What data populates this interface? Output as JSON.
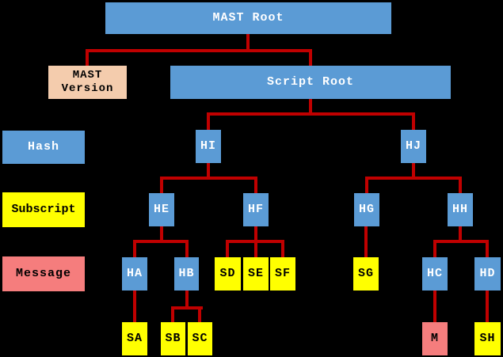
{
  "colors": {
    "background": "#000000",
    "blue": "#5b9bd5",
    "yellow": "#ffff00",
    "salmon": "#f57d7d",
    "peach": "#f4ccad",
    "line": "#c00000",
    "text_on_blue": "#ffffff",
    "text_on_light": "#000000"
  },
  "legend": {
    "hash": "Hash",
    "subscript": "Subscript",
    "message": "Message"
  },
  "nodes": {
    "mast_root": "MAST Root",
    "mast_version_line1": "MAST",
    "mast_version_line2": "Version",
    "script_root": "Script Root",
    "hi": "HI",
    "hj": "HJ",
    "he": "HE",
    "hf": "HF",
    "hg": "HG",
    "hh": "HH",
    "ha": "HA",
    "hb": "HB",
    "sd": "SD",
    "se": "SE",
    "sf": "SF",
    "sg": "SG",
    "hc": "HC",
    "hd": "HD",
    "sa": "SA",
    "sb": "SB",
    "sc": "SC",
    "m": "M",
    "sh": "SH"
  },
  "tree_edges": [
    {
      "parent": "MAST Root",
      "children": [
        "MAST Version",
        "Script Root"
      ]
    },
    {
      "parent": "Script Root",
      "children": [
        "HI",
        "HJ"
      ]
    },
    {
      "parent": "HI",
      "children": [
        "HE",
        "HF"
      ]
    },
    {
      "parent": "HJ",
      "children": [
        "HG",
        "HH"
      ]
    },
    {
      "parent": "HE",
      "children": [
        "HA",
        "HB"
      ]
    },
    {
      "parent": "HF",
      "children": [
        "SD",
        "SE",
        "SF"
      ]
    },
    {
      "parent": "HG",
      "children": [
        "SG"
      ]
    },
    {
      "parent": "HH",
      "children": [
        "HC",
        "HD"
      ]
    },
    {
      "parent": "HA",
      "children": [
        "SA"
      ]
    },
    {
      "parent": "HB",
      "children": [
        "SB",
        "SC"
      ]
    },
    {
      "parent": "HC",
      "children": [
        "M"
      ]
    },
    {
      "parent": "HD",
      "children": [
        "SH"
      ]
    }
  ]
}
